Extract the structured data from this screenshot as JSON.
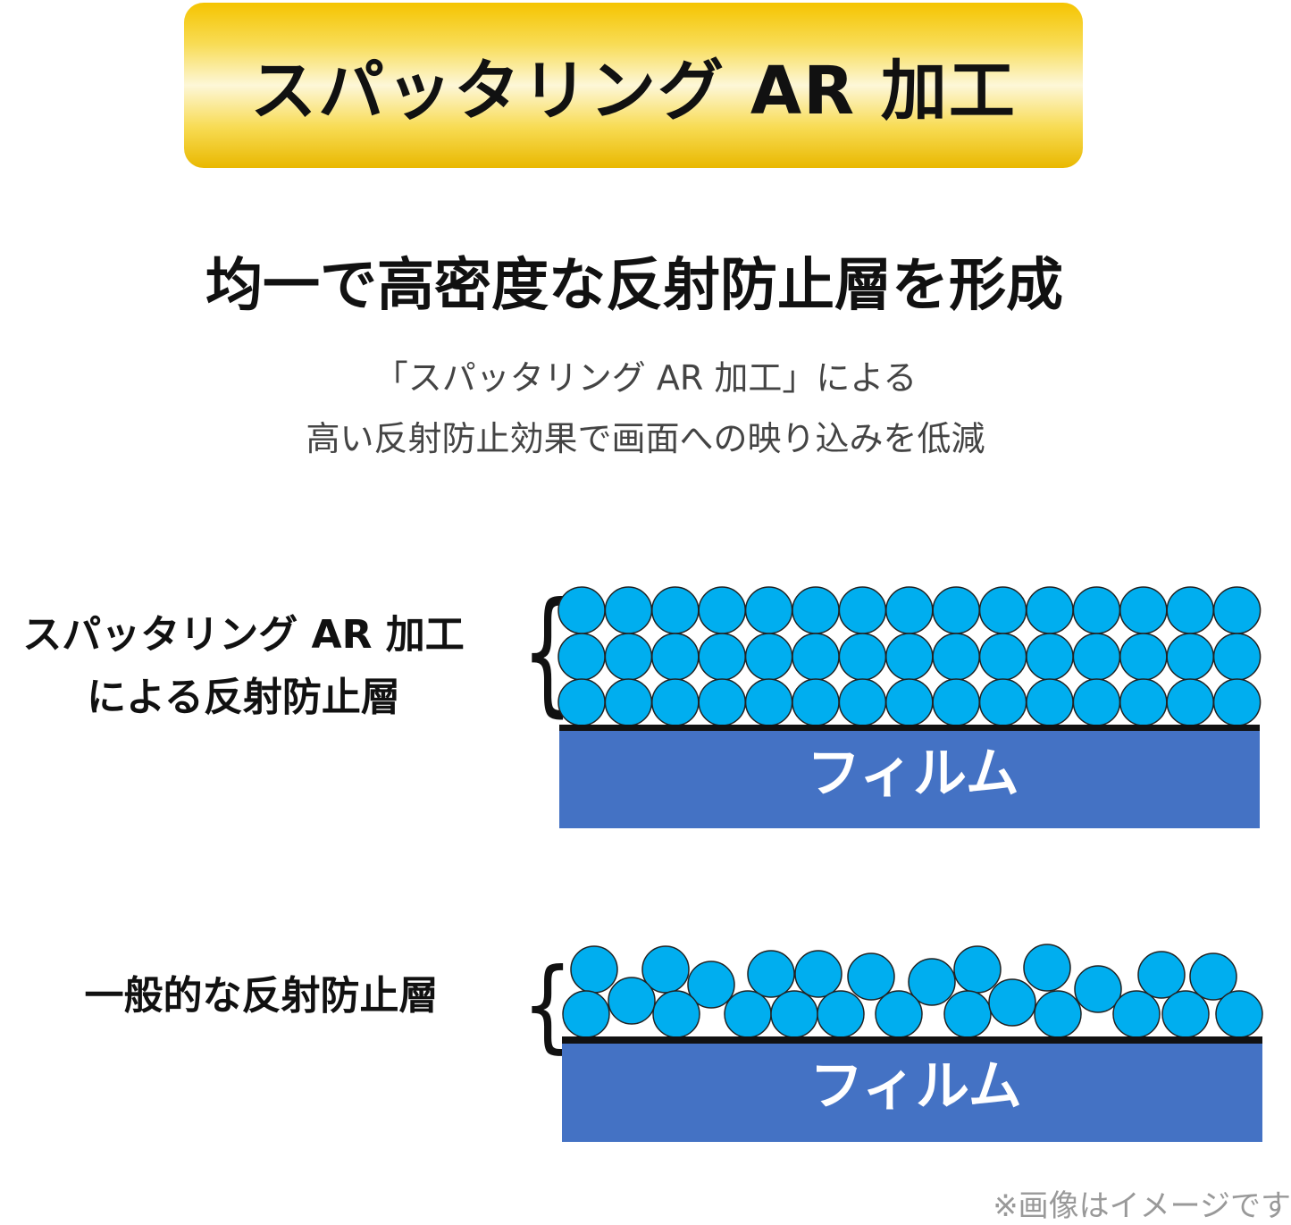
{
  "banner": {
    "title": "スパッタリング AR 加工"
  },
  "headline": "均一で高密度な反射防止層を形成",
  "subtitle": [
    "「スパッタリング AR 加工」による",
    "高い反射防止効果で画面への映り込みを低減"
  ],
  "diagrams": [
    {
      "label_lines": [
        "スパッタリング AR 加工",
        "による反射防止層"
      ],
      "film_label": "フィルム"
    },
    {
      "label_lines": [
        "一般的な反射防止層"
      ],
      "film_label": "フィルム"
    }
  ],
  "note": "※画像はイメージです",
  "colors": {
    "particle": "#00aeef",
    "film": "#4472c4",
    "gold": "#f5c400"
  }
}
